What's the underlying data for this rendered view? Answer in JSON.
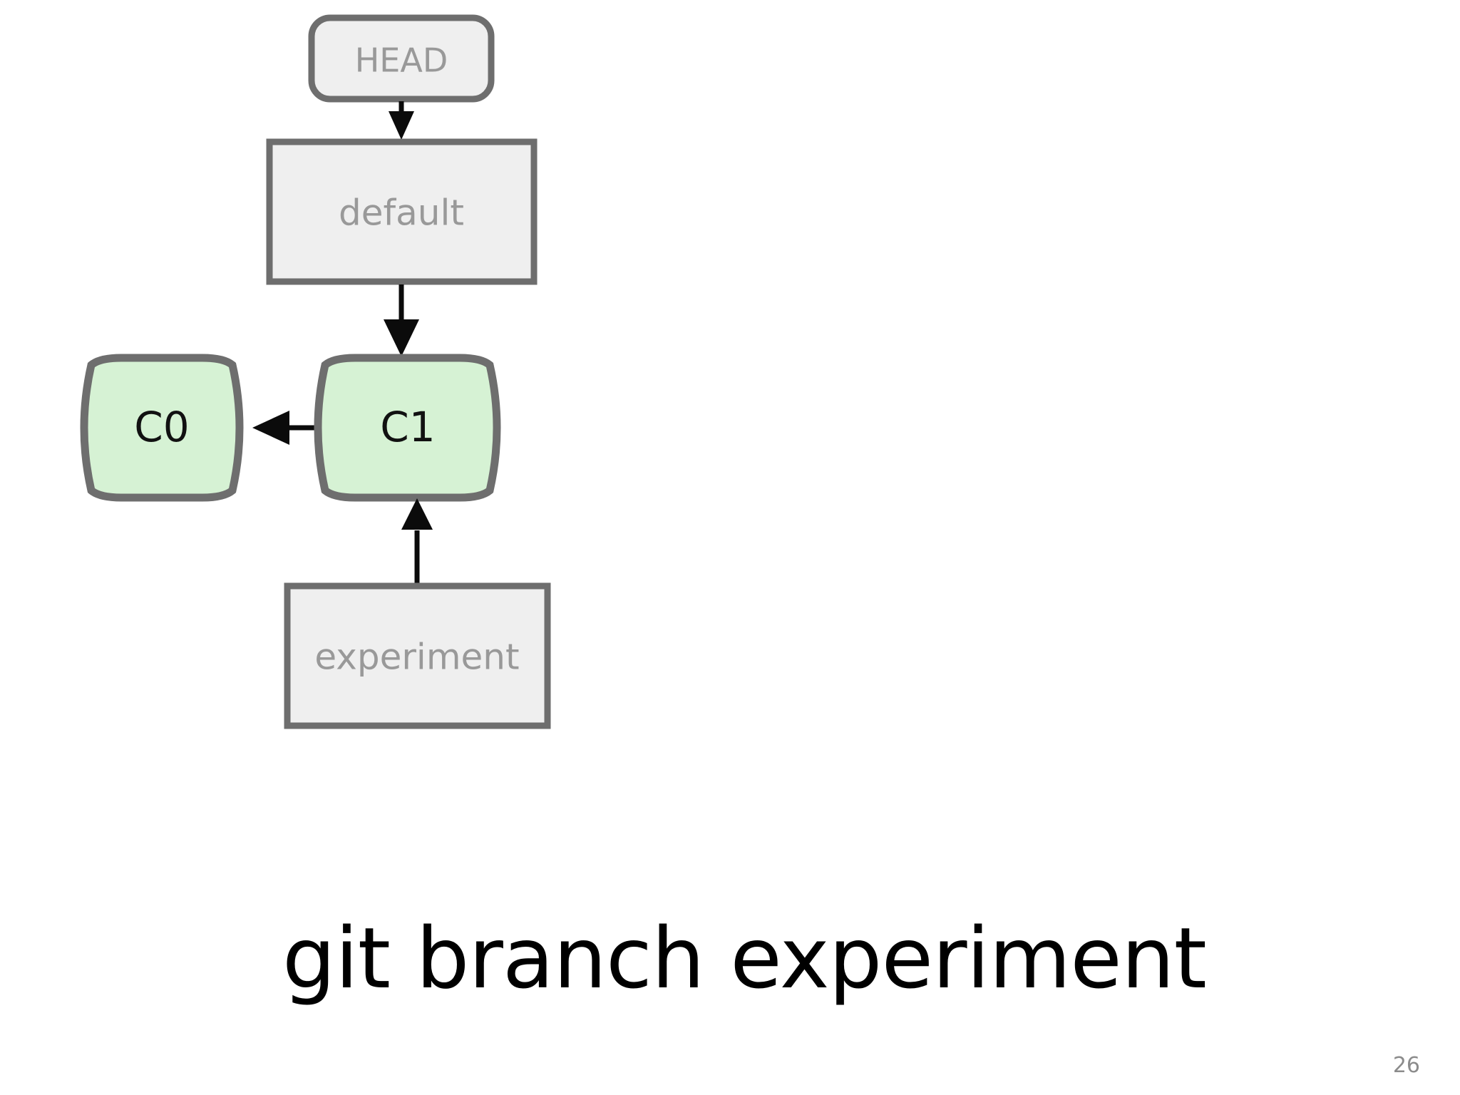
{
  "slide": {
    "page_number": "26",
    "caption": "git branch experiment",
    "background_color": "#ffffff"
  },
  "colors": {
    "ref_box_fill": "#efefef",
    "ref_box_border": "#6e6e6e",
    "ref_label_text": "#999999",
    "commit_fill": "#d6f2d4",
    "commit_border": "#6e6e6e",
    "commit_label_text": "#111111",
    "arrow": "#0b0b0b",
    "page_number_text": "#8c8c8c",
    "caption_text": "#000000"
  },
  "diagram": {
    "type": "git-commit-graph",
    "nodes": {
      "head": {
        "label": "HEAD",
        "kind": "pointer-box",
        "shape": "rounded-rect"
      },
      "default_branch": {
        "label": "default",
        "kind": "branch-box",
        "shape": "rect"
      },
      "experiment_branch": {
        "label": "experiment",
        "kind": "branch-box",
        "shape": "rect"
      },
      "commit_c0": {
        "label": "C0",
        "kind": "commit",
        "shape": "barrel"
      },
      "commit_c1": {
        "label": "C1",
        "kind": "commit",
        "shape": "barrel"
      }
    },
    "edges": [
      {
        "from": "head",
        "to": "default_branch",
        "direction": "down"
      },
      {
        "from": "default_branch",
        "to": "commit_c1",
        "direction": "down"
      },
      {
        "from": "commit_c1",
        "to": "commit_c0",
        "direction": "left"
      },
      {
        "from": "experiment_branch",
        "to": "commit_c1",
        "direction": "up"
      }
    ]
  }
}
